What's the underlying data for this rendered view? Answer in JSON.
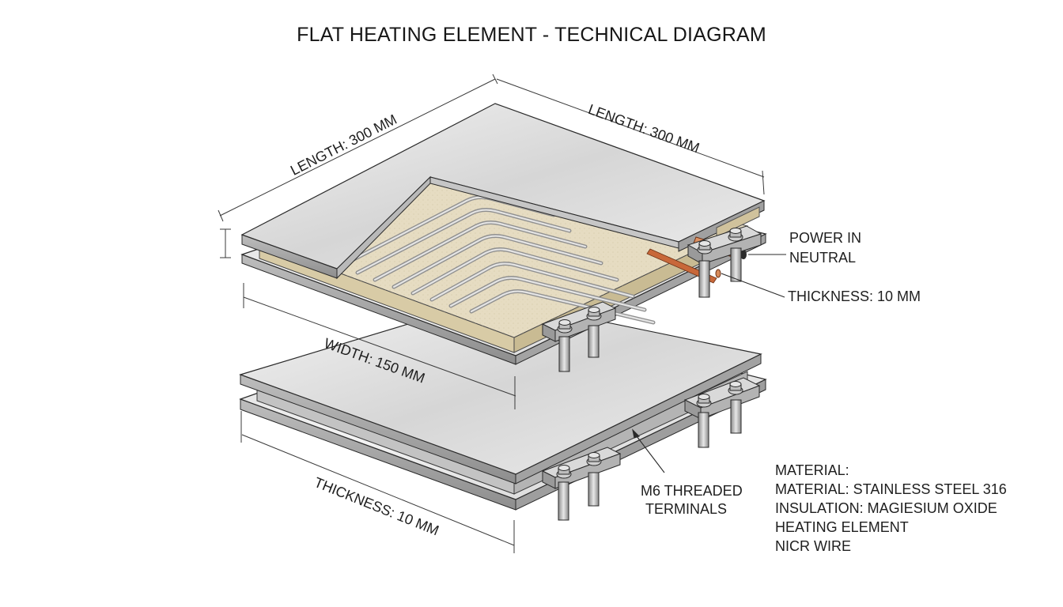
{
  "title": "FLAT HEATING ELEMENT - TECHNICAL DIAGRAM",
  "dimensions": {
    "length_left": "LENGTH: 300 MM",
    "length_right": "LENGTH: 300 MM",
    "width": "WIDTH: 150 MM",
    "thickness_bottom": "THICKNESS: 10 MM",
    "thickness_right": "THICKNESS: 10 MM"
  },
  "callouts": {
    "power_in": "POWER IN",
    "neutral": "NEUTRAL",
    "terminals_line1": "M6 THREADED",
    "terminals_line2": "TERMINALS"
  },
  "specs": [
    "MATERIAL:",
    "MATERIAL: STAINLESS STEEL 316",
    "INSULATION: MAGIESIUM OXIDE",
    "HEATING ELEMENT",
    "NICR WIRE"
  ],
  "colors": {
    "steel_light": "#e4e4e4",
    "steel_dark": "#a9a9a9",
    "insulation": "#e6dcc2",
    "wire": "#b8b8b8",
    "copper": "#c8683a",
    "line": "#2a2a2a"
  }
}
